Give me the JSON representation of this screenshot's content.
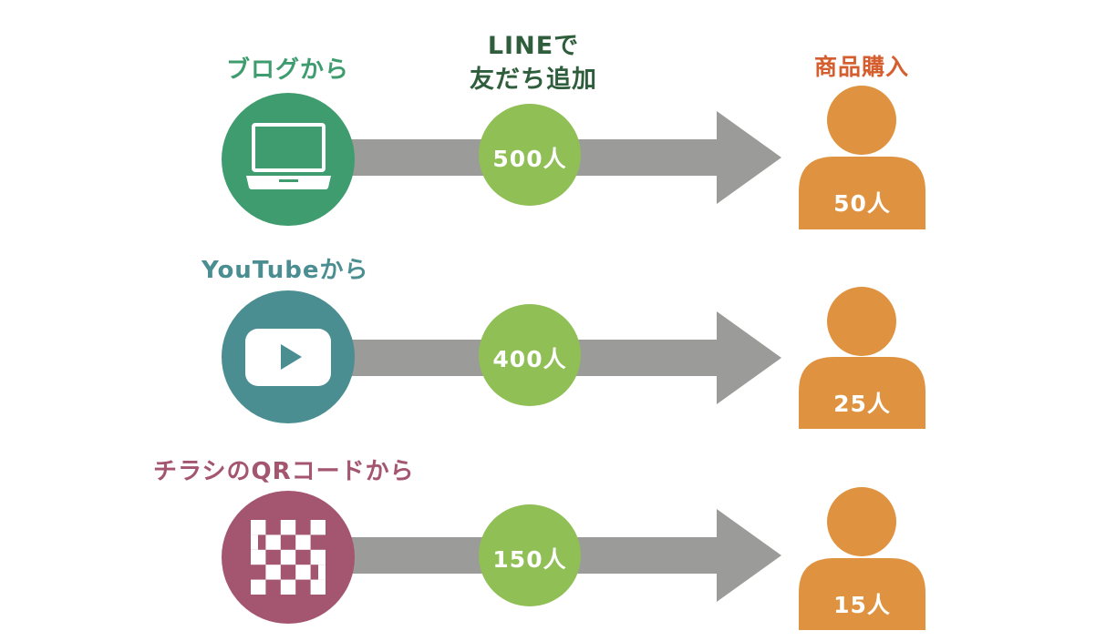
{
  "header": {
    "line_title_line1": "LINEで",
    "line_title_line2": "友だち追加",
    "purchase_title": "商品購入"
  },
  "rows": [
    {
      "source": "ブログから",
      "color": "#3e9c6e",
      "icon": "laptop-icon",
      "line_count": "500人",
      "purchase_count": "50人"
    },
    {
      "source": "YouTubeから",
      "color": "#4b8e91",
      "icon": "play-button-icon",
      "line_count": "400人",
      "purchase_count": "25人"
    },
    {
      "source": "チラシのQRコードから",
      "color": "#a45570",
      "icon": "qr-code-icon",
      "line_count": "150人",
      "purchase_count": "15人"
    }
  ],
  "colors": {
    "arrow": "#9b9b99",
    "line_circle": "#8fbf55",
    "person": "#df9340"
  }
}
